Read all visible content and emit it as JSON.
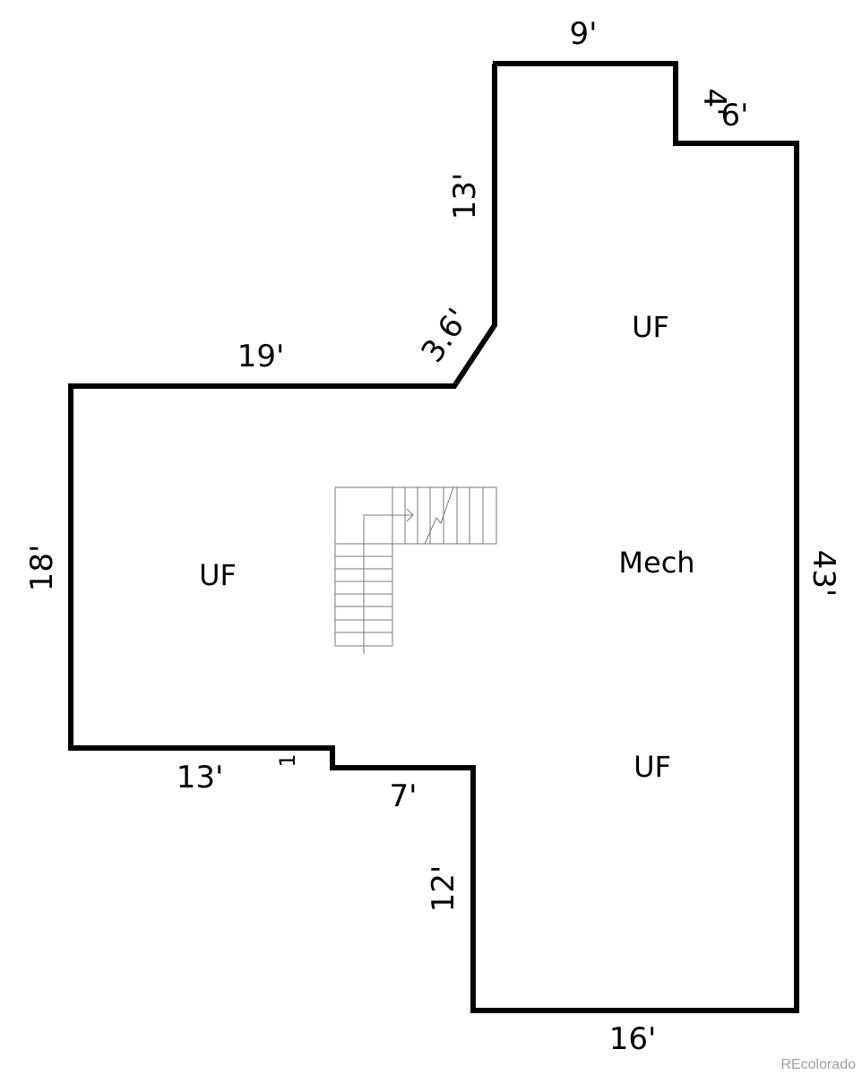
{
  "plan": {
    "dimensions": {
      "top": "9'",
      "notch_vertical": "4'",
      "notch_horizontal": "6'",
      "upper_left_wall": "13'",
      "angled_wall": "3.6'",
      "left_top": "19'",
      "left_wall": "18'",
      "right_wall": "43'",
      "bottom_left": "13'",
      "step": "1",
      "bottom_middle": "7'",
      "lower_left_wall": "12'",
      "bottom": "16'"
    },
    "rooms": {
      "uf_top": "UF",
      "uf_left": "UF",
      "mech": "Mech",
      "uf_bottom": "UF"
    },
    "watermark": "REcolorado",
    "colors": {
      "walls": "#000000",
      "stairs": "#7a7a7a",
      "watermark": "#a0a0a0"
    }
  }
}
